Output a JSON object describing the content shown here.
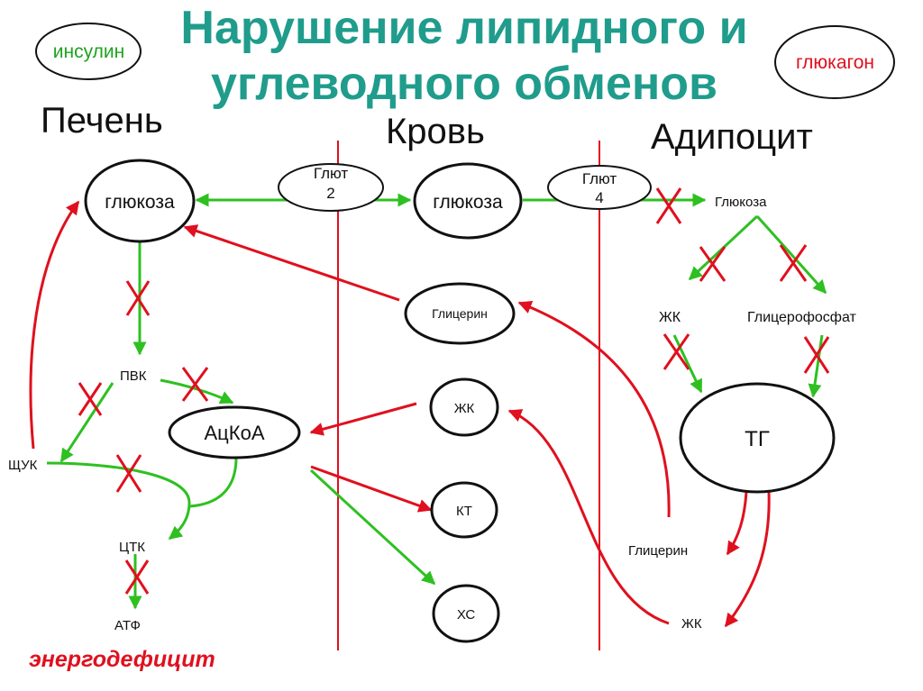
{
  "title_line1": "Нарушение липидного и",
  "title_line2": "углеводного обменов",
  "hormones": {
    "insulin": "инсулин",
    "glucagon": "глюкагон"
  },
  "columns": {
    "liver": "Печень",
    "blood": "Кровь",
    "adipocyte": "Адипоцит"
  },
  "liver": {
    "glucose": "глюкоза",
    "pvk": "ПВК",
    "acetyl_coa": "АцКоА",
    "oxaloacetate": "ЩУК",
    "tca": "ЦТК",
    "atp": "АТФ"
  },
  "transporters": {
    "glut2_line1": "Глют",
    "glut2_line2": "2",
    "glut4_line1": "Глют",
    "glut4_line2": "4"
  },
  "blood": {
    "glucose": "глюкоза",
    "glycerol": "Глицерин",
    "fatty_acids": "ЖК",
    "ketone_bodies": "КТ",
    "cholesterol": "ХС"
  },
  "adipocyte": {
    "glucose": "Глюкоза",
    "fatty_acids": "ЖК",
    "glycerophosphate": "Глицерофосфат",
    "tg": "ТГ",
    "glycerol": "Глицерин",
    "fatty_acids_out": "ЖК"
  },
  "footer": "энергодефицит",
  "colors": {
    "title": "#1f9c8c",
    "green": "#2ec021",
    "red": "#e0101e",
    "insulin_text": "#1ea31e",
    "glucagon_text": "#e0101e"
  }
}
